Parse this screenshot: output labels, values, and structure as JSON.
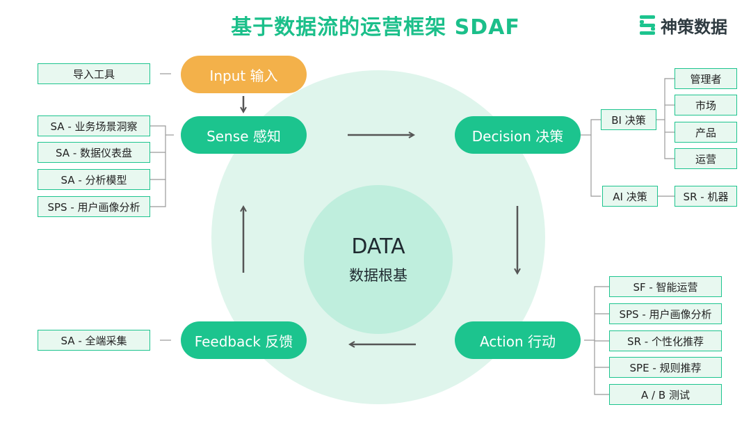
{
  "header": {
    "title": "基于数据流的运营框架 SDAF",
    "logo_text": "神策数据"
  },
  "center": {
    "title": "DATA",
    "subtitle": "数据根基"
  },
  "nodes": {
    "input": "Input 输入",
    "sense": "Sense 感知",
    "decision": "Decision 决策",
    "action": "Action 行动",
    "feedback": "Feedback 反馈"
  },
  "input_items": [
    "导入工具"
  ],
  "sense_items": [
    "SA - 业务场景洞察",
    "SA - 数据仪表盘",
    "SA - 分析模型",
    "SPS - 用户画像分析"
  ],
  "decision_groups": {
    "bi": {
      "label": "BI 决策",
      "items": [
        "管理者",
        "市场",
        "产品",
        "运营"
      ]
    },
    "ai": {
      "label": "AI 决策",
      "items": [
        "SR - 机器"
      ]
    }
  },
  "action_items": [
    "SF - 智能运营",
    "SPS - 用户画像分析",
    "SR - 个性化推荐",
    "SPE - 规则推荐",
    "A / B 测试"
  ],
  "feedback_items": [
    "SA - 全端采集"
  ],
  "colors": {
    "accent": "#1cc48e",
    "input": "#f3b14a",
    "ring": "#dff5ec",
    "core": "#bfeedd",
    "title": "#1bbf8a"
  },
  "icons": {
    "logo": "sensors-logo-icon",
    "arrow": "arrow-icon"
  }
}
